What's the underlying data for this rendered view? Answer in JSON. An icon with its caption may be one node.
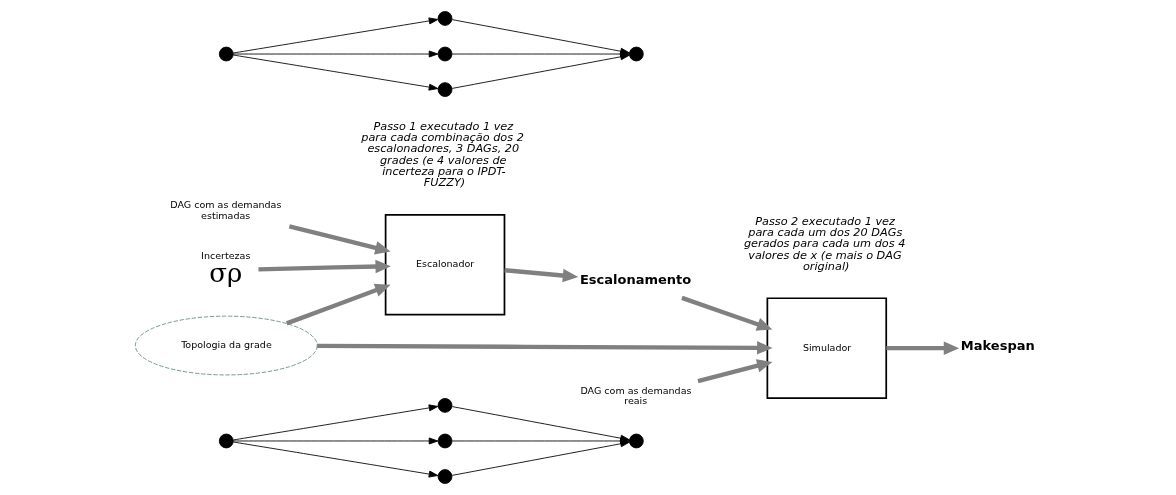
{
  "diagram": {
    "nodes": [
      {
        "text": [],
        "shape": "circle"
      },
      {
        "text": [],
        "shape": "circle"
      },
      {
        "text": [],
        "shape": "circle"
      },
      {
        "text": [],
        "shape": "circle"
      },
      {
        "text": [],
        "shape": "circle"
      },
      {
        "text": [
          "DAG com as demandas estimadas"
        ]
      },
      {
        "text": [
          "Topologia da grade"
        ]
      },
      {
        "text": [
          "Escalonador"
        ]
      },
      {
        "text": [
          "Incertezas",
          "σρ"
        ]
      },
      {
        "text": [
          "Escalonamento"
        ]
      },
      {
        "text": [
          "Simulador"
        ]
      },
      {
        "text": [
          "DAG com as demandas reais"
        ]
      },
      {
        "text": [
          "Makespan"
        ]
      },
      {
        "text": [],
        "shape": "circle"
      },
      {
        "text": [],
        "shape": "circle"
      },
      {
        "text": [],
        "shape": "circle"
      },
      {
        "text": [],
        "shape": "circle"
      },
      {
        "text": [],
        "shape": "circle"
      }
    ],
    "edges": [
      {
        "from": 0,
        "to": 1,
        "arrow": "to"
      },
      {
        "from": 0,
        "to": 2,
        "arrow": "to"
      },
      {
        "from": 0,
        "to": 3,
        "arrow": "to"
      },
      {
        "from": 1,
        "to": 4,
        "arrow": "to"
      },
      {
        "from": 2,
        "to": 4,
        "arrow": "to"
      },
      {
        "from": 3,
        "to": 4,
        "arrow": "to"
      },
      {
        "from": 5,
        "to": 7,
        "arrow": "to",
        "style": "thick",
        "color": "#808080"
      },
      {
        "from": 6,
        "to": 7,
        "arrow": "to",
        "style": "thick",
        "color": "#808080"
      },
      {
        "from": 8,
        "to": 7,
        "arrow": "to",
        "style": "thick",
        "color": "#808080"
      },
      {
        "from": 7,
        "to": 9,
        "arrow": "to",
        "style": "thick",
        "color": "#808080"
      },
      {
        "from": 9,
        "to": 10,
        "arrow": "to",
        "style": "thick",
        "color": "#808080"
      },
      {
        "from": 11,
        "to": 10,
        "arrow": "to",
        "style": "thick",
        "color": "#808080"
      },
      {
        "from": 6,
        "to": 10,
        "arrow": "to",
        "style": "thick",
        "color": "#808080"
      },
      {
        "from": 10,
        "to": 12,
        "arrow": "to",
        "style": "thick",
        "color": "#808080"
      },
      {
        "from": 13,
        "to": 14,
        "arrow": "to"
      },
      {
        "from": 13,
        "to": 15,
        "arrow": "to"
      },
      {
        "from": 13,
        "to": 16,
        "arrow": "to"
      },
      {
        "from": 14,
        "to": 17,
        "arrow": "to"
      },
      {
        "from": 15,
        "to": 17,
        "arrow": "to"
      },
      {
        "from": 16,
        "to": 17,
        "arrow": "to"
      }
    ],
    "labels": [
      "Passo 1 executado 1 vez para cada combinação dos 2 escalonadores, 3 DAGs, 20 grades (e 4 valores de incerteza para o IPDT-FUZZY)",
      "Passo 2 executado 1 vez para cada um dos 20 DAGs gerados para cada um dos 4 valores de x (e mais o DAG original)"
    ]
  }
}
